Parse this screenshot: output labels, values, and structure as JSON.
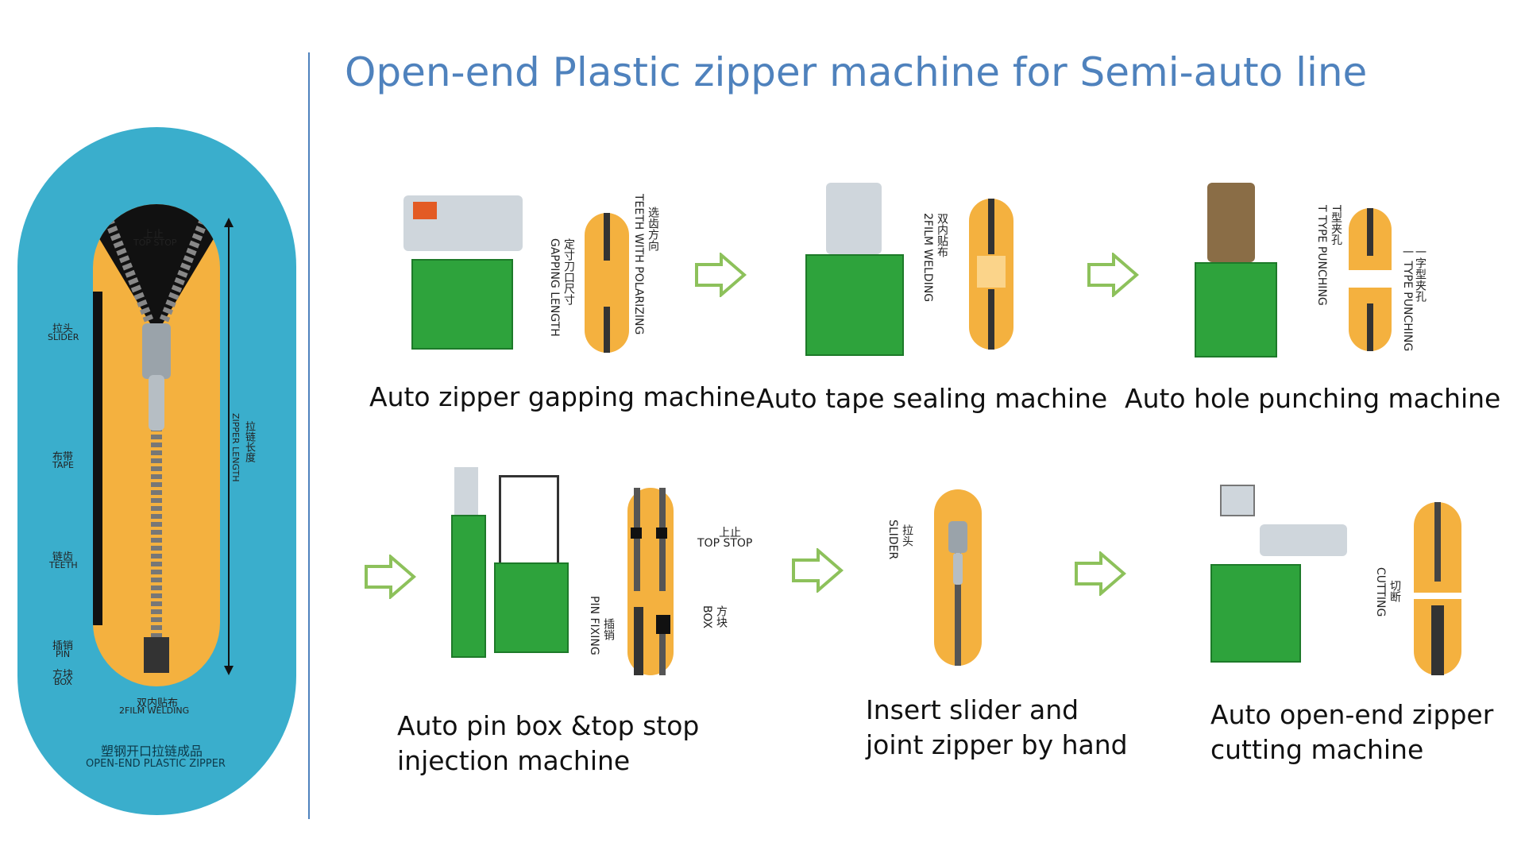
{
  "title": "Open-end Plastic zipper machine for Semi-auto line",
  "colors": {
    "accent": "#4f82bd",
    "teal_panel": "#3aaecc",
    "zipper_tape": "#f4b13f",
    "machine_green": "#2ea33c",
    "arrow_green": "#8dc15b"
  },
  "left_panel": {
    "top_stop_cn": "上止",
    "top_stop_en": "TOP STOP",
    "slider_cn": "拉头",
    "slider_en": "SLIDER",
    "tape_cn": "布带",
    "tape_en": "TAPE",
    "teeth_cn": "链齿",
    "teeth_en": "TEETH",
    "pin_cn": "插销",
    "pin_en": "PIN",
    "box_cn": "方块",
    "box_en": "BOX",
    "film_cn": "双内贴布",
    "film_en": "2FILM WELDING",
    "length_cn": "拉链长度",
    "length_en": "ZIPPER LENGTH",
    "product_cn": "塑钢开口拉链成品",
    "product_en": "OPEN-END PLASTIC ZIPPER"
  },
  "steps": [
    {
      "caption": "Auto zipper gapping machine",
      "anno": [
        "选齿方向",
        "TEETH WITH POLARIZING",
        "定寸刀口尺寸",
        "GAPPING LENGTH"
      ]
    },
    {
      "caption": "Auto tape sealing machine",
      "anno": [
        "双内贴布",
        "2FILM WELDING"
      ]
    },
    {
      "caption": "Auto hole punching machine",
      "anno": [
        "T型夹孔",
        "T TYPE PUNCHING",
        "一字型夹孔",
        "一 TYPE PUNCHING"
      ]
    },
    {
      "caption_lines": [
        "Auto pin box &top stop",
        "injection machine"
      ],
      "anno": [
        "上止",
        "TOP STOP",
        "方块",
        "BOX",
        "插销",
        "PIN FIXING"
      ]
    },
    {
      "caption_lines": [
        "Insert slider and",
        "joint zipper by hand"
      ],
      "anno": [
        "拉头",
        "SLIDER"
      ]
    },
    {
      "caption_lines": [
        "Auto open-end zipper",
        "cutting machine"
      ],
      "anno": [
        "切断",
        "CUTTING"
      ]
    }
  ],
  "icons": [
    "right-arrow-icon"
  ]
}
